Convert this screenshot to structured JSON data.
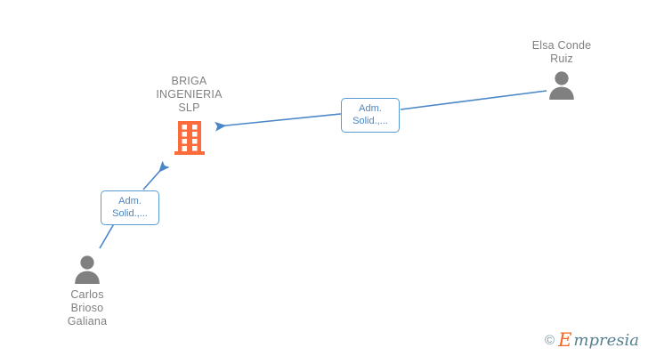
{
  "graph": {
    "background_color": "#ffffff",
    "company": {
      "name": "BRIGA\nINGENIERIA\nSLP",
      "icon": "office-building-icon",
      "icon_color": "#fb6b3c",
      "label_color": "#808080"
    },
    "people": [
      {
        "id": "elsa-conde-ruiz",
        "name": "Elsa Conde\nRuiz",
        "icon": "person-silhouette-icon",
        "icon_color": "#808080",
        "label_color": "#808080",
        "position": "top-right"
      },
      {
        "id": "carlos-brioso-galiana",
        "name": "Carlos\nBrioso\nGaliana",
        "icon": "person-silhouette-icon",
        "icon_color": "#808080",
        "label_color": "#808080",
        "position": "bottom-left"
      }
    ],
    "edges": [
      {
        "id": "edge-elsa-to-company",
        "from": "elsa-conde-ruiz",
        "to": "briga-ingenieria-slp",
        "label": "Adm.\nSolid.,...",
        "color": "#4a86c8",
        "arrow": "left"
      },
      {
        "id": "edge-carlos-to-company",
        "from": "carlos-brioso-galiana",
        "to": "briga-ingenieria-slp",
        "label": "Adm.\nSolid.,...",
        "color": "#4a86c8",
        "arrow": "up-right"
      }
    ],
    "edge_color": "#4a86c8",
    "watermark": {
      "copyright": "©",
      "brand_initial": "E",
      "brand_rest": "mpresia",
      "initial_color": "#f26722",
      "rest_color": "#56808f"
    }
  }
}
